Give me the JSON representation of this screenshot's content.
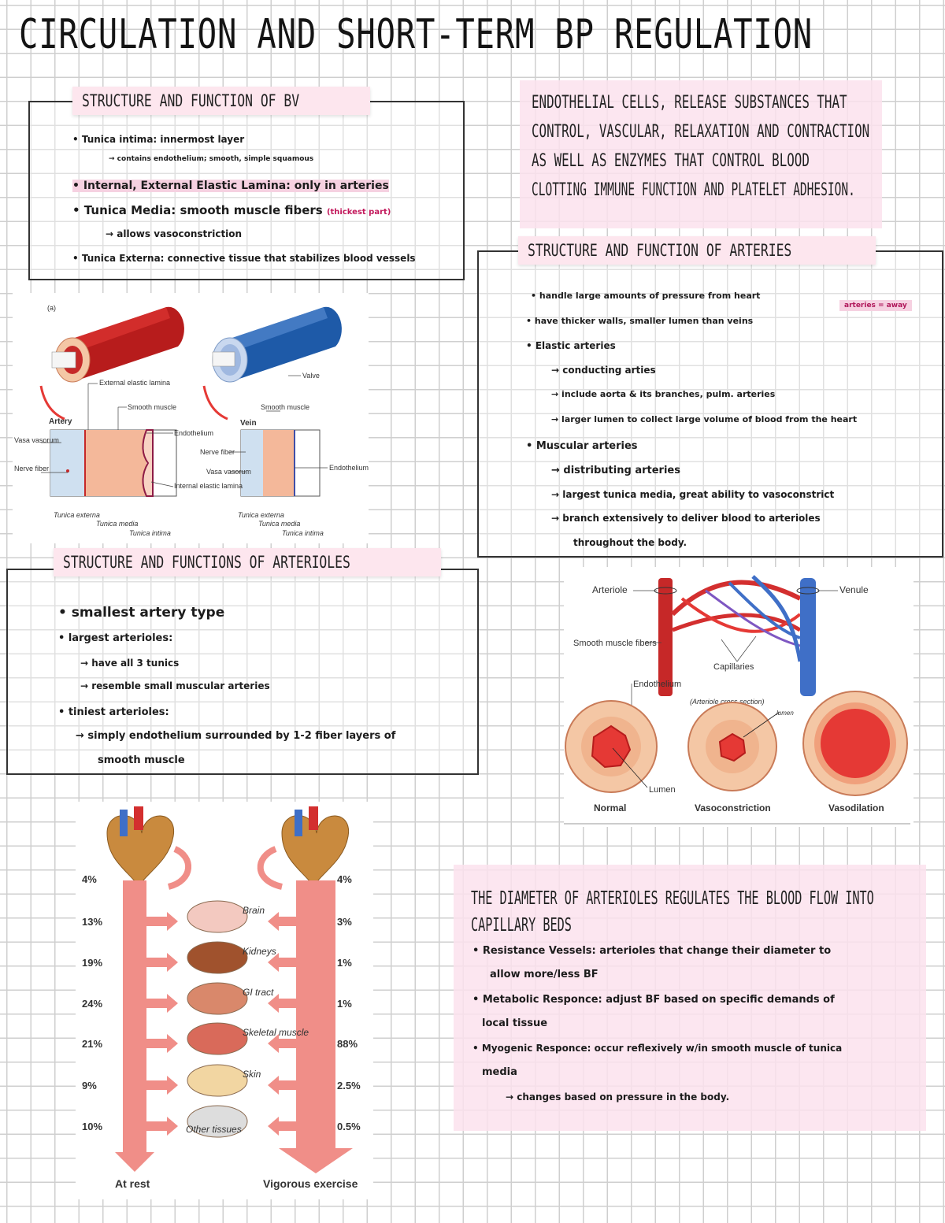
{
  "title": "CIRCULATION AND SHORT-TERM BP REGULATION",
  "bv": {
    "heading": "STRUCTURE AND FUNCTION OF BV",
    "items": [
      "• Tunica intima: innermost layer",
      "→ contains endothelium; smooth, simple squamous",
      "• Internal, External Elastic Lamina: only in arteries",
      "• Tunica Media: smooth muscle fibers",
      "→ allows vasoconstriction",
      "• Tunica Externa: connective tissue that stabilizes blood vessels"
    ],
    "media_note": "(thickest part)"
  },
  "endothelial": {
    "lines": [
      "ENDOTHELIAL CELLS, RELEASE SUBSTANCES THAT",
      "CONTROL, VASCULAR, RELAXATION AND CONTRACTION",
      "AS WELL AS ENZYMES THAT CONTROL BLOOD",
      "CLOTTING IMMUNE FUNCTION AND PLATELET ADHESION."
    ]
  },
  "arteries": {
    "heading": "STRUCTURE AND FUNCTION OF ARTERIES",
    "tag": "arteries = away",
    "items": [
      "• handle large amounts of pressure from heart",
      "• have thicker walls, smaller lumen than veins",
      "• Elastic arteries",
      "→ conducting arties",
      "→ include aorta & its branches, pulm. arteries",
      "→ larger lumen to collect large volume of blood from the heart",
      "• Muscular arteries",
      "→ distributing arteries",
      "→ largest tunica media, great ability to vasoconstrict",
      "→ branch extensively to deliver blood to arterioles",
      "throughout the body."
    ]
  },
  "arterioles": {
    "heading": "STRUCTURE AND FUNCTIONS OF ARTERIOLES",
    "items": [
      "• smallest artery type",
      "• largest arterioles:",
      "→ have all 3 tunics",
      "→ resemble small muscular arteries",
      "• tiniest arterioles:",
      "→ simply endothelium surrounded by 1-2 fiber layers of",
      "smooth muscle"
    ]
  },
  "vessel_fig": {
    "panel": "(a)",
    "artery": "Artery",
    "vein": "Vein",
    "labels": {
      "external_elastic_lamina": "External elastic lamina",
      "smooth_muscle": "Smooth muscle",
      "endothelium": "Endothelium",
      "vasa_vasorum": "Vasa vasorum",
      "nerve_fiber": "Nerve fiber",
      "internal_elastic_lamina": "Internal elastic lamina",
      "valve": "Valve",
      "nerve_fiber_vein": "Nerve fiber",
      "tunica_externa": "Tunica externa",
      "tunica_media": "Tunica media",
      "tunica_intima": "Tunica intima"
    }
  },
  "arteriole_fig": {
    "arteriole": "Arteriole",
    "venule": "Venule",
    "smooth_muscle": "Smooth muscle fibers",
    "capillaries": "Capillaries",
    "endothelium": "Endothelium",
    "cross_section": "(Arteriole cross section)",
    "lumen": "Lumen",
    "lumen_hand": "lumen",
    "states": [
      "Normal",
      "Vasoconstriction",
      "Vasodilation"
    ]
  },
  "flow_fig": {
    "rest_label": "At rest",
    "exercise_label": "Vigorous exercise",
    "organs": [
      "Heart",
      "Brain",
      "Kidneys",
      "GI tract",
      "Skeletal muscle",
      "Skin",
      "Other tissues"
    ],
    "organ_labels": [
      "Brain",
      "Kidneys",
      "GI tract",
      "Skeletal muscle",
      "Skin",
      "Other tissues"
    ],
    "rest": [
      "4%",
      "13%",
      "19%",
      "24%",
      "21%",
      "9%",
      "10%"
    ],
    "exercise": [
      "4%",
      "3%",
      "1%",
      "1%",
      "88%",
      "2.5%",
      "0.5%"
    ],
    "exercise_highlight_color": "#d32f2f"
  },
  "diameter": {
    "lines": [
      "THE DIAMETER OF ARTERIOLES REGULATES THE BLOOD FLOW INTO",
      "CAPILLARY BEDS"
    ],
    "items": [
      "• Resistance Vessels: arterioles that change their diameter to",
      "allow more/less BF",
      "• Metabolic Responce: adjust BF based on specific demands of",
      "local tissue",
      "• Myogenic Responce: occur reflexively w/in smooth muscle of tunica",
      "media",
      "→ changes based on pressure in the body."
    ]
  }
}
